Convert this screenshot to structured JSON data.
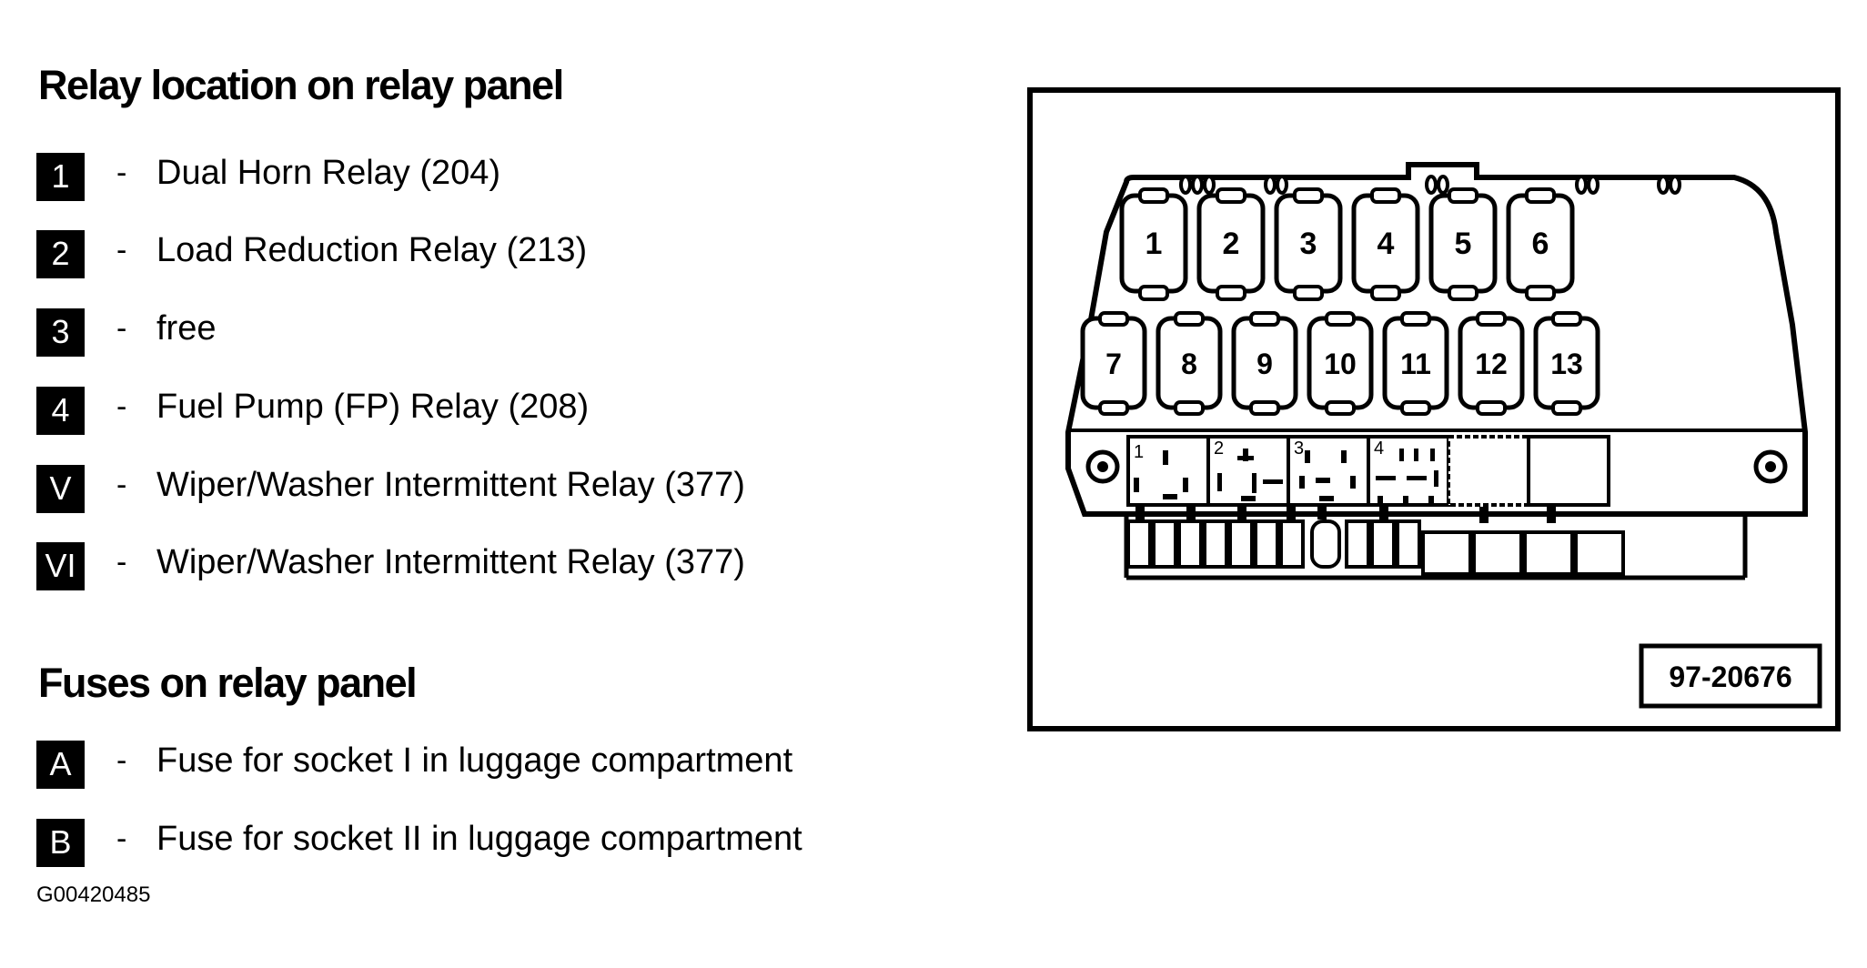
{
  "relay_heading": "Relay location on relay panel",
  "relays": [
    {
      "badge": "1",
      "label": "Dual Horn Relay (204)"
    },
    {
      "badge": "2",
      "label": "Load Reduction Relay (213)"
    },
    {
      "badge": "3",
      "label": "free"
    },
    {
      "badge": "4",
      "label": "Fuel Pump (FP) Relay (208)"
    },
    {
      "badge": "V",
      "label": "Wiper/Washer Intermittent Relay (377)"
    },
    {
      "badge": "VI",
      "label": "Wiper/Washer Intermittent Relay (377)"
    }
  ],
  "fuse_heading": "Fuses on relay panel",
  "fuses": [
    {
      "badge": "A",
      "label": "Fuse for socket I in luggage compartment"
    },
    {
      "badge": "B",
      "label": "Fuse for socket II in luggage compartment"
    }
  ],
  "image_code": "G00420485",
  "diagram": {
    "ref_number": "97-20676",
    "slots_top": [
      "1",
      "2",
      "3",
      "4",
      "5",
      "6"
    ],
    "slots_mid": [
      "7",
      "8",
      "9",
      "10",
      "11",
      "12",
      "13"
    ],
    "lower_slots": [
      "1",
      "2",
      "3",
      "4"
    ]
  }
}
